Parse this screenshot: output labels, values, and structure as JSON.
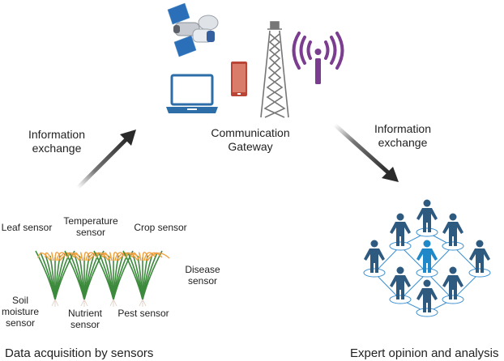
{
  "communication": {
    "label_line1": "Communication",
    "label_line2": "Gateway",
    "icons": [
      "satellite-icon",
      "laptop-icon",
      "smartphone-icon",
      "cell-tower-icon",
      "wireless-antenna-icon"
    ]
  },
  "arrows": {
    "left": {
      "line1": "Information",
      "line2": "exchange"
    },
    "right": {
      "line1": "Information",
      "line2": "exchange"
    }
  },
  "sensors": {
    "leaf": "Leaf sensor",
    "temperature_line1": "Temperature",
    "temperature_line2": "sensor",
    "crop": "Crop sensor",
    "disease_line1": "Disease",
    "disease_line2": "sensor",
    "soil_line1": "Soil",
    "soil_line2": "moisture",
    "soil_line3": "sensor",
    "nutrient_line1": "Nutrient",
    "nutrient_line2": "sensor",
    "pest": "Pest sensor"
  },
  "captions": {
    "left": "Data acquisition by sensors",
    "right": "Expert opinion and analysis"
  },
  "colors": {
    "satellite_panel": "#2b6fb8",
    "laptop": "#2d6ea8",
    "phone": "#d97c6a",
    "tower": "#777777",
    "antenna": "#7b3d8f",
    "person_dark": "#2e5a80",
    "person_center": "#1e88c8",
    "network_line": "#3a8fd0",
    "crop_head": "#f0a040",
    "crop_leaf": "#3d8a3d"
  }
}
